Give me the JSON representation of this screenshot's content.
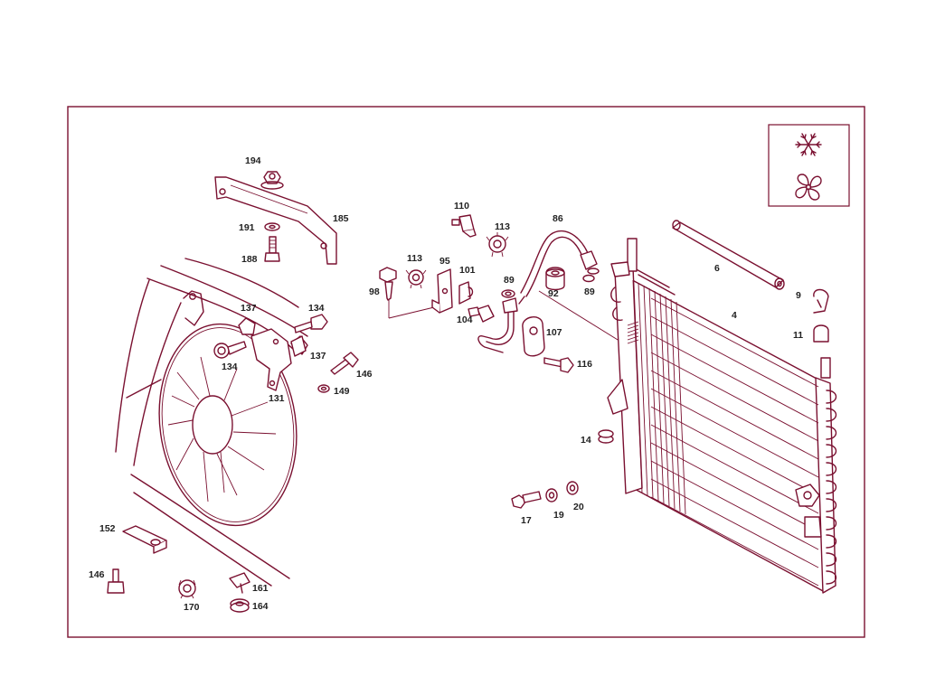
{
  "labels": [
    {
      "id": "194",
      "text": "194"
    },
    {
      "id": "185",
      "text": "185"
    },
    {
      "id": "191",
      "text": "191"
    },
    {
      "id": "188",
      "text": "188"
    },
    {
      "id": "110",
      "text": "110"
    },
    {
      "id": "113a",
      "text": "113"
    },
    {
      "id": "86",
      "text": "86"
    },
    {
      "id": "113b",
      "text": "113"
    },
    {
      "id": "95",
      "text": "95"
    },
    {
      "id": "101",
      "text": "101"
    },
    {
      "id": "98",
      "text": "98"
    },
    {
      "id": "89a",
      "text": "89"
    },
    {
      "id": "92",
      "text": "92"
    },
    {
      "id": "89b",
      "text": "89"
    },
    {
      "id": "6",
      "text": "6"
    },
    {
      "id": "4",
      "text": "4"
    },
    {
      "id": "9",
      "text": "9"
    },
    {
      "id": "11",
      "text": "11"
    },
    {
      "id": "137a",
      "text": "137"
    },
    {
      "id": "134a",
      "text": "134"
    },
    {
      "id": "104",
      "text": "104"
    },
    {
      "id": "107",
      "text": "107"
    },
    {
      "id": "137b",
      "text": "137"
    },
    {
      "id": "134b",
      "text": "134"
    },
    {
      "id": "116",
      "text": "116"
    },
    {
      "id": "146a",
      "text": "146"
    },
    {
      "id": "149",
      "text": "149"
    },
    {
      "id": "131",
      "text": "131"
    },
    {
      "id": "14",
      "text": "14"
    },
    {
      "id": "17",
      "text": "17"
    },
    {
      "id": "19",
      "text": "19"
    },
    {
      "id": "20",
      "text": "20"
    },
    {
      "id": "152",
      "text": "152"
    },
    {
      "id": "146b",
      "text": "146"
    },
    {
      "id": "161",
      "text": "161"
    },
    {
      "id": "170",
      "text": "170"
    },
    {
      "id": "164",
      "text": "164"
    }
  ],
  "legend_box": {
    "icons": [
      "snowflake-icon",
      "fan-icon"
    ]
  },
  "colors": {
    "line": "#7a1030",
    "label": "#222222",
    "frame": "#7a1030"
  }
}
